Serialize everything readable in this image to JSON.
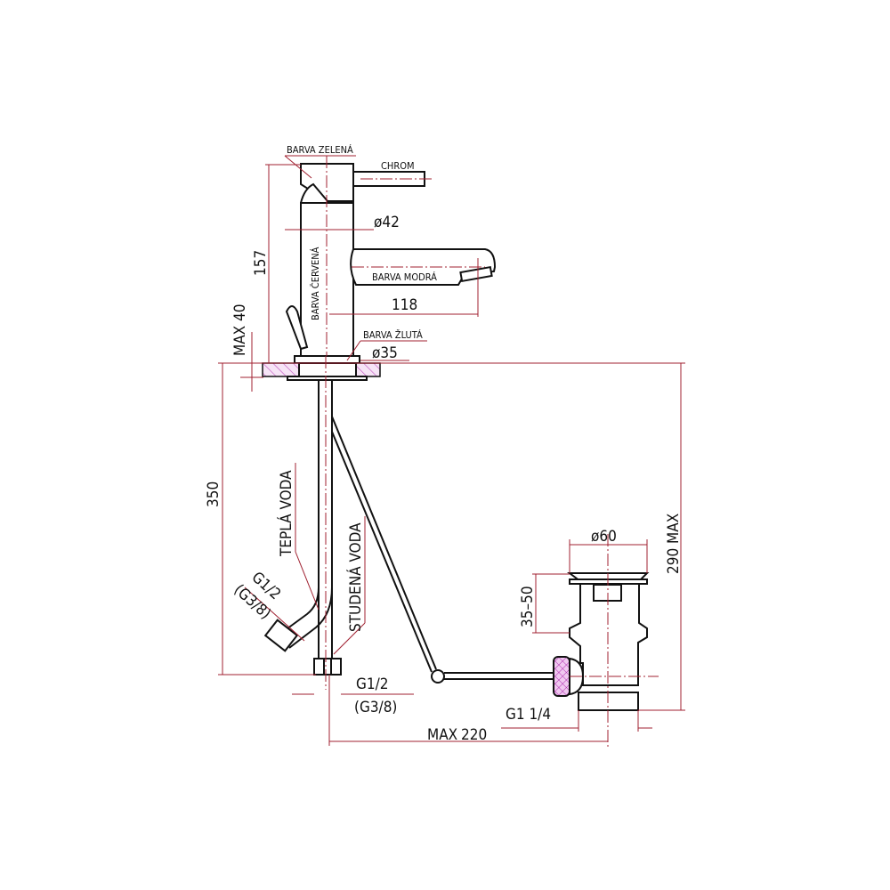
{
  "labels": {
    "green": "BARVA ZELENÁ",
    "chrome": "CHROM",
    "red": "BARVA ČERVENÁ",
    "blue": "BARVA MODRÁ",
    "yellow": "BARVA ŽLUTÁ",
    "hot_water": "TEPLÁ VODA",
    "cold_water": "STUDENÁ VODA"
  },
  "dimensions": {
    "d42": "ø42",
    "d35": "ø35",
    "h157": "157",
    "l118": "118",
    "max40": "MAX 40",
    "h350": "350",
    "h290": "290 MAX",
    "d60": "ø60",
    "r35_50": "35–50",
    "max220_a": "MAX",
    "max220_b": "220",
    "thread_hot_a": "G1/2",
    "thread_hot_b": "(G3/8)",
    "thread_cold_a": "G1/2",
    "thread_cold_b": "(G3/8)",
    "thread_drain": "G1 1/4"
  },
  "colors": {
    "line": "#111111",
    "dimension": "#a02030",
    "hatch": "#c050c0"
  }
}
